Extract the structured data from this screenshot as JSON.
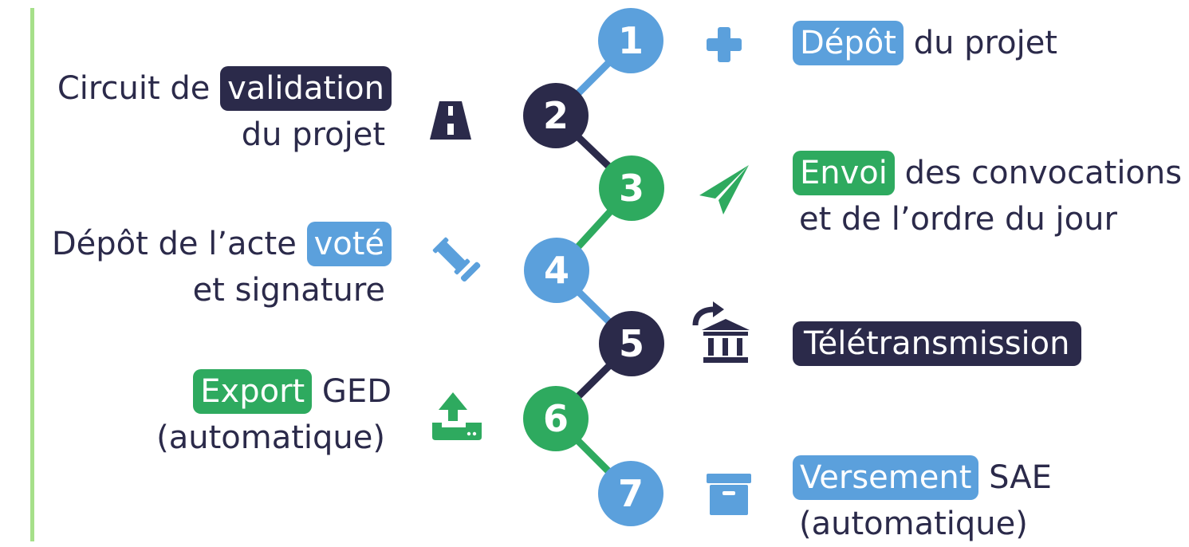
{
  "colors": {
    "blue": "#5ba0dc",
    "navy": "#2b2a4a",
    "green": "#2eaa5f",
    "sidebar": "#a6e08a"
  },
  "steps": [
    {
      "number": "1",
      "color": "#5ba0dc",
      "icon": "plus-icon",
      "highlight": "Dépôt",
      "highlight_color": "#5ba0dc",
      "line1_rest": "du projet",
      "line2": ""
    },
    {
      "number": "2",
      "color": "#2b2a4a",
      "icon": "road-icon",
      "line1_before": "Circuit de",
      "highlight": "validation",
      "highlight_color": "#2b2a4a",
      "line2": "du projet"
    },
    {
      "number": "3",
      "color": "#2eaa5f",
      "icon": "paper-plane-icon",
      "highlight": "Envoi",
      "highlight_color": "#2eaa5f",
      "line1_rest": "des convocations",
      "line2": "et de l’ordre du jour"
    },
    {
      "number": "4",
      "color": "#5ba0dc",
      "icon": "gavel-icon",
      "line1_before": "Dépôt de l’acte",
      "highlight": "voté",
      "highlight_color": "#5ba0dc",
      "line2": "et signature"
    },
    {
      "number": "5",
      "color": "#2b2a4a",
      "icon": "government-building-share-icon",
      "highlight": "Télétransmission",
      "highlight_color": "#2b2a4a",
      "line1_rest": "",
      "line2": ""
    },
    {
      "number": "6",
      "color": "#2eaa5f",
      "icon": "upload-icon",
      "highlight": "Export",
      "highlight_color": "#2eaa5f",
      "line1_rest": "GED",
      "line2": "(automatique)"
    },
    {
      "number": "7",
      "color": "#5ba0dc",
      "icon": "archive-box-icon",
      "highlight": "Versement",
      "highlight_color": "#5ba0dc",
      "line1_rest": "SAE",
      "line2": "(automatique)"
    }
  ]
}
